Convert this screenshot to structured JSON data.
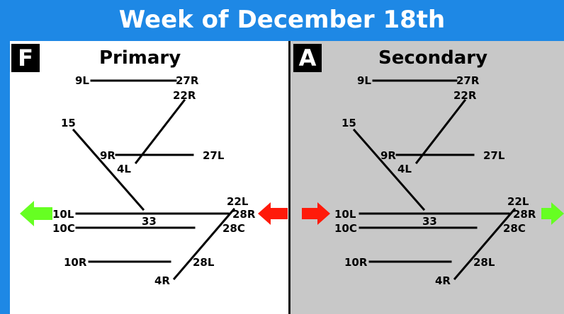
{
  "title": "Week of December 18th",
  "colors": {
    "header": "#1e88e5",
    "arrow_red": "#ff1a0a",
    "arrow_green": "#66ff22",
    "secondary_bg": "#c8c8c8"
  },
  "primary": {
    "letter": "F",
    "title": "Primary",
    "labels": {
      "r9L": "9L",
      "r27R": "27R",
      "r22R": "22R",
      "r15": "15",
      "r9R": "9R",
      "r27L": "27L",
      "r4L": "4L",
      "r22L": "22L",
      "r10L": "10L",
      "r28R": "28R",
      "r33": "33",
      "r10C": "10C",
      "r28C": "28C",
      "r10R": "10R",
      "r28L": "28L",
      "r4R": "4R"
    }
  },
  "secondary": {
    "letter": "A",
    "title": "Secondary",
    "labels": {
      "r9L": "9L",
      "r27R": "27R",
      "r22R": "22R",
      "r15": "15",
      "r9R": "9R",
      "r27L": "27L",
      "r4L": "4L",
      "r22L": "22L",
      "r10L": "10L",
      "r28R": "28R",
      "r33": "33",
      "r10C": "10C",
      "r28C": "28C",
      "r10R": "10R",
      "r28L": "28L",
      "r4R": "4R"
    }
  }
}
